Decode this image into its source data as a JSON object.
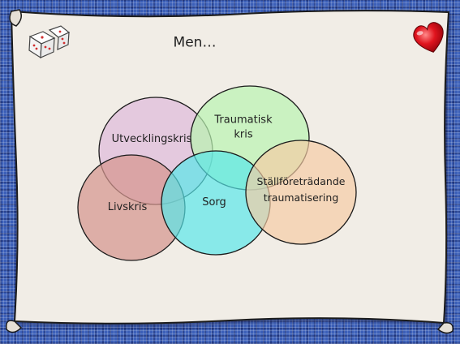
{
  "slide": {
    "title": "Men…",
    "colors": {
      "background_pattern": "#3b5fb8",
      "paper": "#f1ede6",
      "utvecklingskris_fill": "#e2c2dc",
      "traumatisk_kris_fill": "#b9f3b0",
      "livskris_fill": "#d6968f",
      "sorg_fill": "#55e8ea",
      "stallforetradande_fill": "#f4cba3",
      "heart": "#d40e1c"
    },
    "icons": {
      "top_left": "dice-icon",
      "top_right": "heart-icon"
    }
  },
  "diagram": {
    "type": "venn",
    "sets": [
      {
        "id": "utvecklingskris",
        "label": "Utvecklingskris"
      },
      {
        "id": "traumatisk_kris",
        "label": "Traumatisk\nkris"
      },
      {
        "id": "livskris",
        "label": "Livskris"
      },
      {
        "id": "sorg",
        "label": "Sorg"
      },
      {
        "id": "stallforetradande",
        "label": "Ställföreträdande\ntraumatisering"
      }
    ]
  }
}
